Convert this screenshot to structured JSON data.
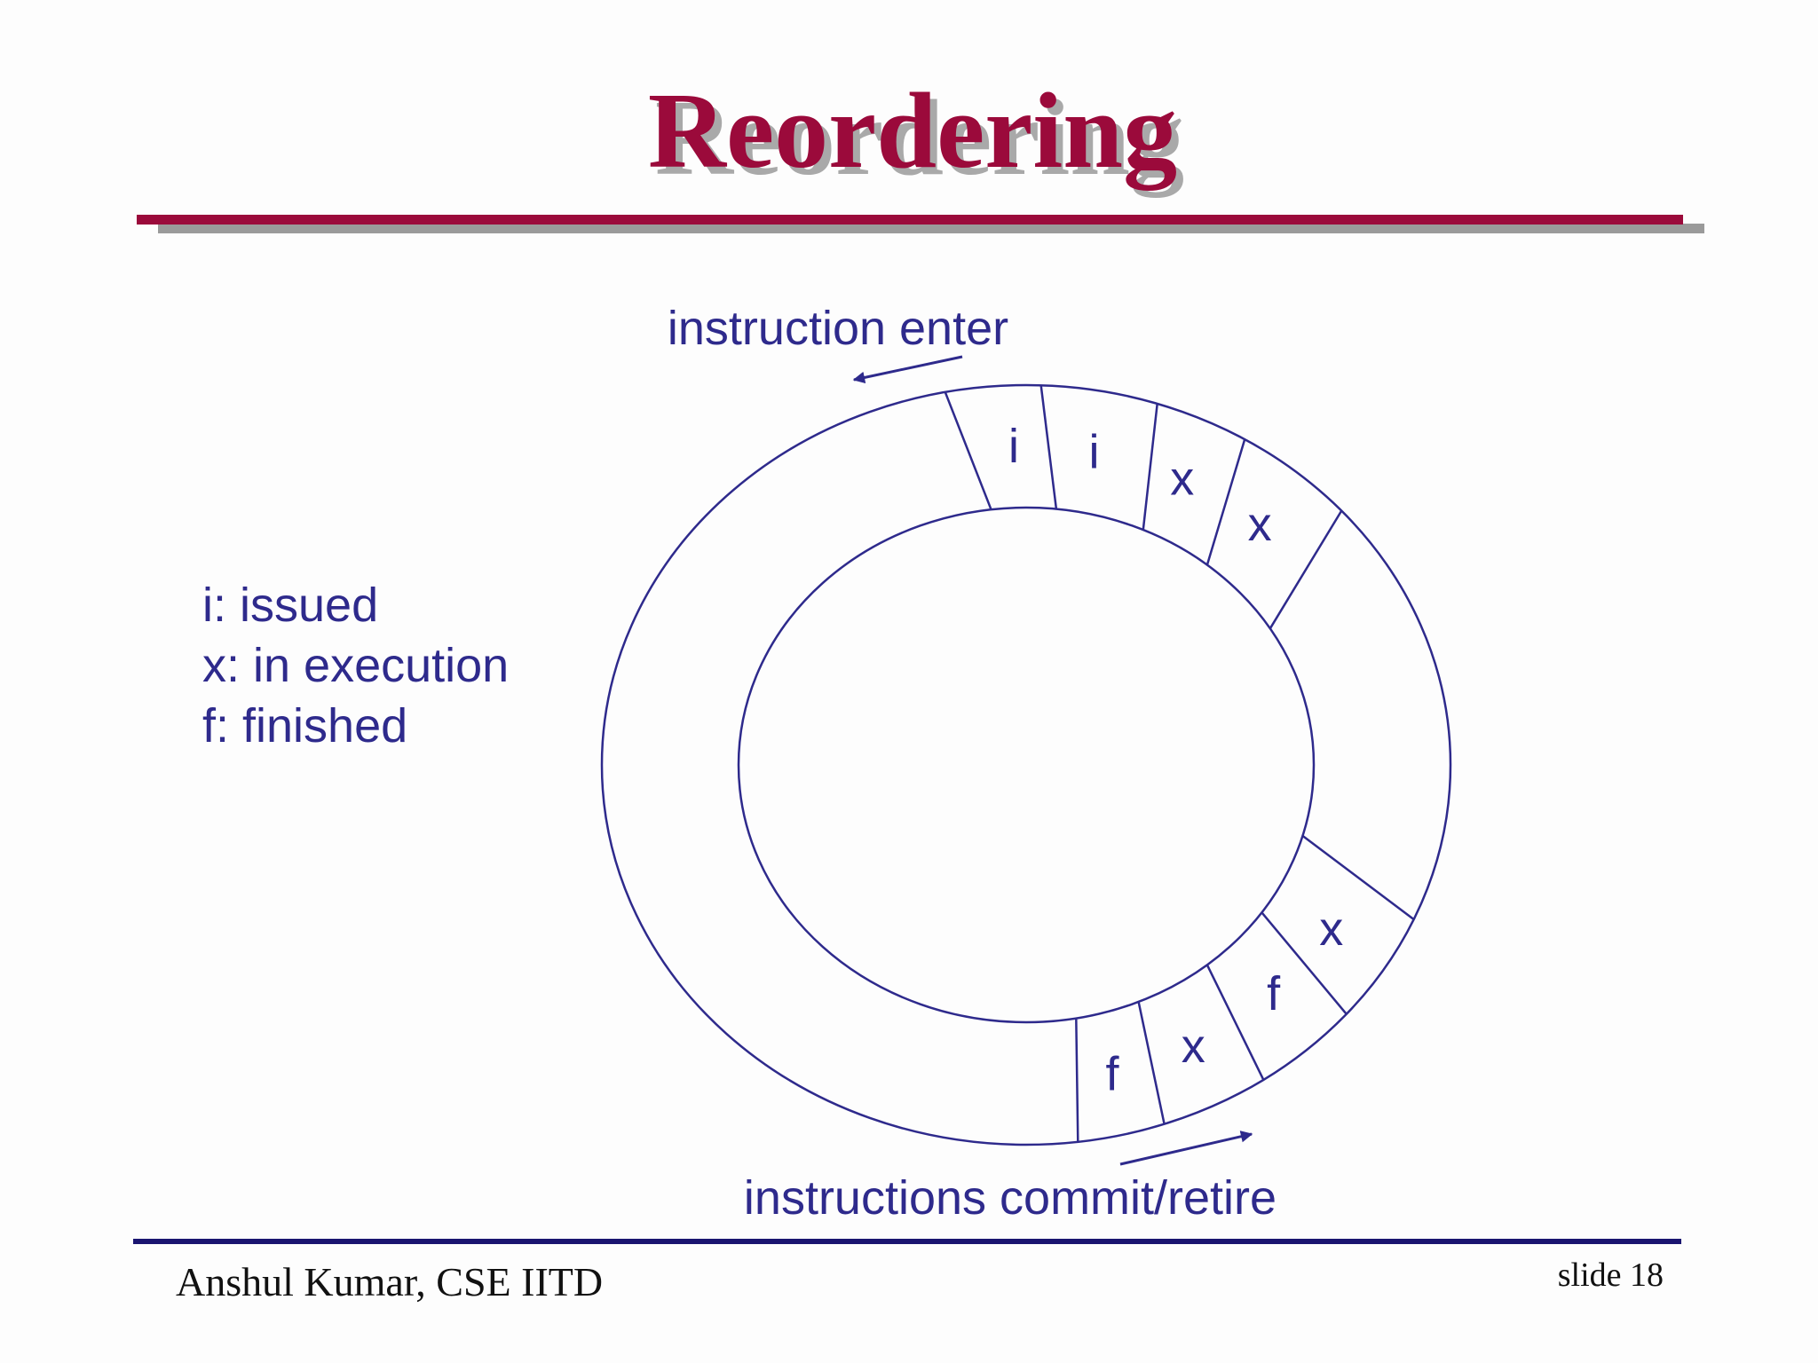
{
  "slide": {
    "title": "Reordering",
    "colors": {
      "title": "#9b0a3b",
      "title_rule": "#9b0a3b",
      "rule_shadow": "#9a9a9a",
      "diagram": "#2e2a8c",
      "footer_rule": "#1a1570"
    }
  },
  "legend": {
    "items": [
      "i: issued",
      "x: in execution",
      "f: finished"
    ]
  },
  "diagram": {
    "enter_caption": "instruction enter",
    "commit_caption": "instructions commit/retire",
    "slots": [
      {
        "label": "i"
      },
      {
        "label": "i"
      },
      {
        "label": "x"
      },
      {
        "label": "x"
      },
      {
        "label": "x"
      },
      {
        "label": "f"
      },
      {
        "label": "x"
      },
      {
        "label": "f"
      }
    ]
  },
  "footer": {
    "author": "Anshul Kumar, CSE IITD",
    "slide_number": "slide 18"
  }
}
